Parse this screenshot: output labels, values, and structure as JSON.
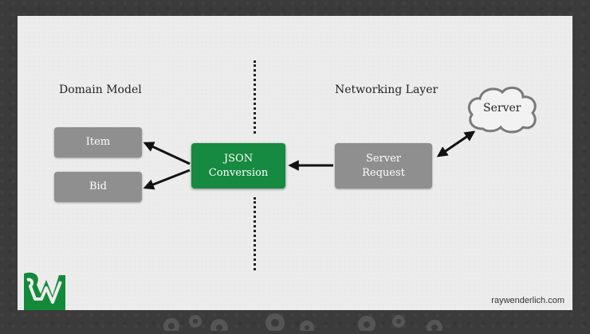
{
  "diagram": {
    "domain_model_label": "Domain Model",
    "networking_layer_label": "Networking Layer",
    "nodes": {
      "item": "Item",
      "bid": "Bid",
      "json_conversion_line1": "JSON",
      "json_conversion_line2": "Conversion",
      "server_request_line1": "Server",
      "server_request_line2": "Request",
      "server": "Server"
    }
  },
  "branding": {
    "url": "raywenderlich.com",
    "logo": "raywenderlich-logo"
  },
  "colors": {
    "background": "#3b3b3b",
    "slide": "#ececec",
    "gray_box": "#8f8f8f",
    "green_box": "#168a40",
    "brand_green": "#138a3a"
  }
}
